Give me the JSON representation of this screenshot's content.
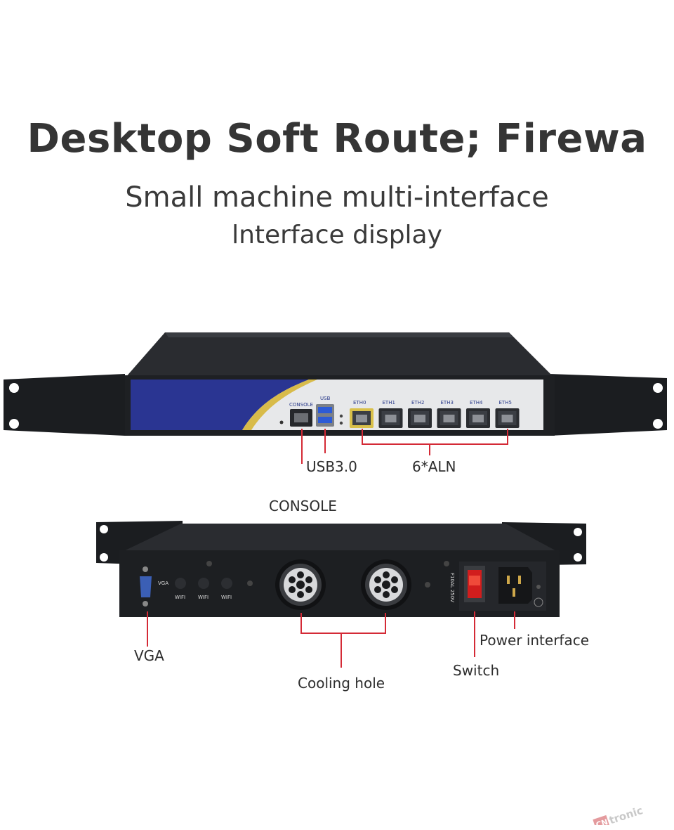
{
  "heading": {
    "title": "Desktop Soft Route; Firewa",
    "subtitle_line1": "Small machine multi-interface",
    "subtitle_line2": "lnterface display"
  },
  "front_panel": {
    "console_port": "CONSOLE",
    "usb_port": "USB",
    "eth_ports": [
      "ETH0",
      "ETH1",
      "ETH2",
      "ETH3",
      "ETH4",
      "ETH5"
    ],
    "callouts": {
      "usb": "USB3.0",
      "lan": "6*ALN",
      "console": "CONSOLE"
    }
  },
  "rear_panel": {
    "vga_port": "VGA",
    "wifi_ports": [
      "WIFI",
      "WIFI",
      "WIFI"
    ],
    "fuse_text": "F10AL 250V",
    "callouts": {
      "vga": "VGA",
      "cooling": "Cooling hole",
      "switch": "Switch",
      "power": "Power interface"
    }
  },
  "colors": {
    "leader_line": "#d42a36",
    "chassis": "#1e2023",
    "front_face": "#e7e8ea",
    "blue_panel": "#2a3592",
    "gold_stripe": "#d8bb4a"
  },
  "watermark": {
    "text": "tronic",
    "logo_letters": "CN"
  }
}
